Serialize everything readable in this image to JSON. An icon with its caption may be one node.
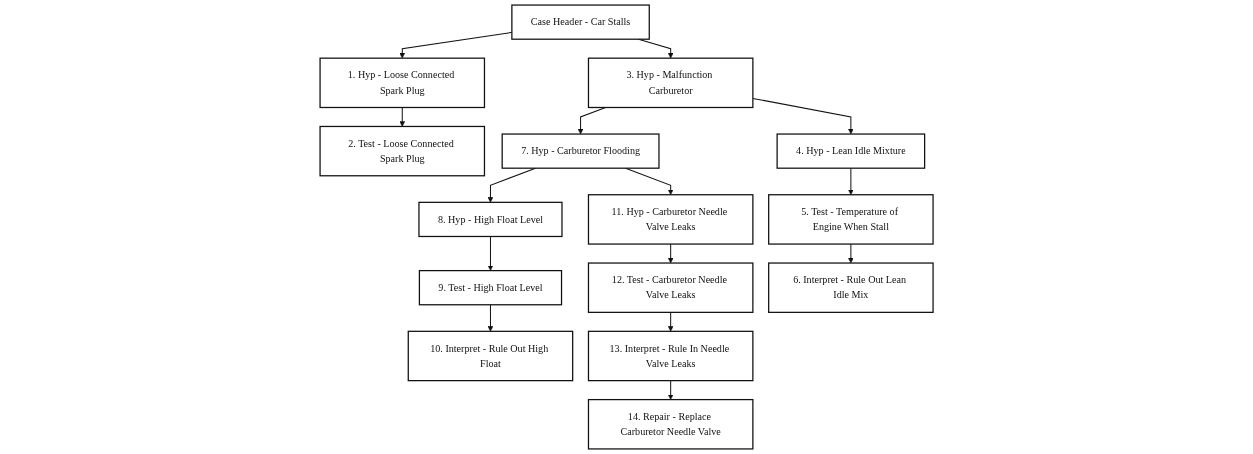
{
  "diagram": {
    "nodes": [
      {
        "text": [
          "Case Header - Car Stalls"
        ]
      },
      {
        "text": [
          "1. Hyp - Loose Connected Spark Plug"
        ]
      },
      {
        "text": [
          "3. Hyp - Malfunction Carburetor"
        ]
      },
      {
        "text": [
          "2. Test - Loose Connected Spark Plug"
        ]
      },
      {
        "text": [
          "7. Hyp - Carburetor Flooding"
        ]
      },
      {
        "text": [
          "4. Hyp - Lean Idle Mixture"
        ]
      },
      {
        "text": [
          "8. Hyp - High Float Level"
        ]
      },
      {
        "text": [
          "11. Hyp - Carburetor Needle Valve Leaks"
        ]
      },
      {
        "text": [
          "5. Test - Temperature of Engine When Stall"
        ]
      },
      {
        "text": [
          "9. Test - High Float Level"
        ]
      },
      {
        "text": [
          "12. Test - Carburetor Needle Valve Leaks"
        ]
      },
      {
        "text": [
          "6. Interpret - Rule Out Lean Idle Mix"
        ]
      },
      {
        "text": [
          "10. Interpret - Rule Out High Float"
        ]
      },
      {
        "text": [
          "13. Interpret - Rule In Needle Valve Leaks"
        ]
      },
      {
        "text": [
          "14. Repair - Replace Carburetor Needle Valve"
        ]
      }
    ],
    "edges": [
      {
        "from": 0,
        "to": 1,
        "arrow": "to"
      },
      {
        "from": 0,
        "to": 2,
        "arrow": "to"
      },
      {
        "from": 1,
        "to": 3,
        "arrow": "to"
      },
      {
        "from": 2,
        "to": 5,
        "arrow": "to"
      },
      {
        "from": 2,
        "to": 4,
        "arrow": "to"
      },
      {
        "from": 4,
        "to": 6,
        "arrow": "to"
      },
      {
        "from": 4,
        "to": 7,
        "arrow": "to"
      },
      {
        "from": 5,
        "to": 8,
        "arrow": "to"
      },
      {
        "from": 8,
        "to": 11,
        "arrow": "to"
      },
      {
        "from": 6,
        "to": 9,
        "arrow": "to"
      },
      {
        "from": 9,
        "to": 12,
        "arrow": "to"
      },
      {
        "from": 7,
        "to": 10,
        "arrow": "to"
      },
      {
        "from": 10,
        "to": 13,
        "arrow": "to"
      },
      {
        "from": 13,
        "to": 14,
        "arrow": "to"
      }
    ]
  }
}
